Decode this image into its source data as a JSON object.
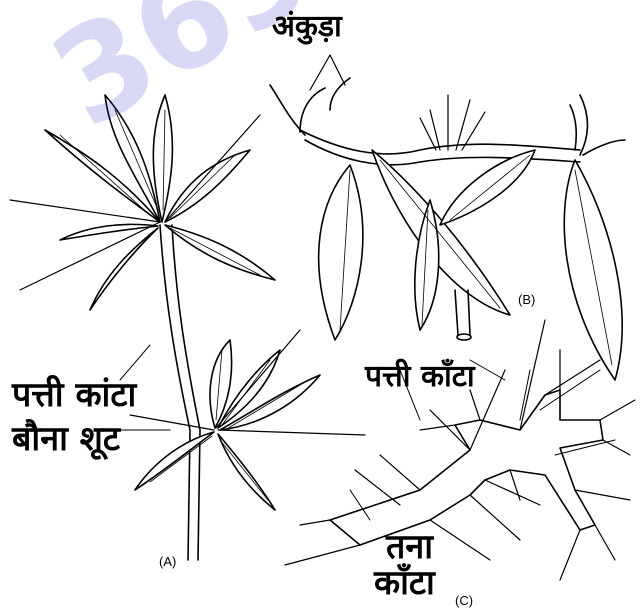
{
  "labels": {
    "hook": "अंकुड़ा",
    "leaf_spine_a": "पत्ती कांटा",
    "dwarf_shoot": "बौना शूट",
    "leaf_spine_b": "पत्ती काँटा",
    "stem_1": "तना",
    "stem_2": "काँटा",
    "part_a": "(A)",
    "part_b": "(B)",
    "part_c": "(C)"
  },
  "colors": {
    "ink": "#000000",
    "watermark": "#2a2ac8",
    "paper": "#ffffff"
  }
}
